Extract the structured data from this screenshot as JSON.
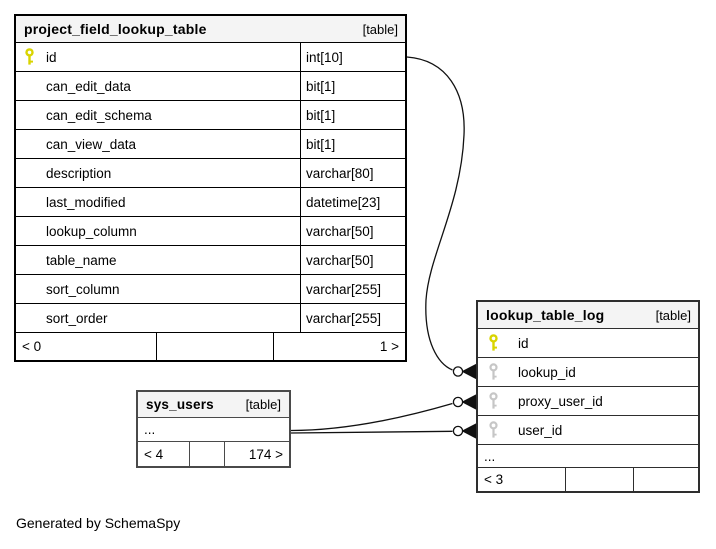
{
  "page": {
    "generator_note": "Generated by SchemaSpy"
  },
  "colors": {
    "header_bg": "#f4f4f4",
    "primary_key": "#d9d400",
    "foreign_key": "#c6c6c6",
    "border": "#000000",
    "wire": "#111111"
  },
  "tables": [
    {
      "name": "project_field_lookup_table",
      "badge": "[table]",
      "columns": [
        {
          "name": "id",
          "type": "int[10]",
          "key": "primary"
        },
        {
          "name": "can_edit_data",
          "type": "bit[1]"
        },
        {
          "name": "can_edit_schema",
          "type": "bit[1]"
        },
        {
          "name": "can_view_data",
          "type": "bit[1]"
        },
        {
          "name": "description",
          "type": "varchar[80]"
        },
        {
          "name": "last_modified",
          "type": "datetime[23]"
        },
        {
          "name": "lookup_column",
          "type": "varchar[50]"
        },
        {
          "name": "table_name",
          "type": "varchar[50]"
        },
        {
          "name": "sort_column",
          "type": "varchar[255]"
        },
        {
          "name": "sort_order",
          "type": "varchar[255]"
        }
      ],
      "footer": {
        "left": "< 0",
        "mid": "",
        "right": "1 >"
      }
    },
    {
      "name": "lookup_table_log",
      "badge": "[table]",
      "columns": [
        {
          "name": "id",
          "key": "primary"
        },
        {
          "name": "lookup_id",
          "key": "foreign"
        },
        {
          "name": "proxy_user_id",
          "key": "foreign"
        },
        {
          "name": "user_id",
          "key": "foreign"
        }
      ],
      "ellipsis": "...",
      "footer": {
        "left": "< 3",
        "mid": "",
        "right": ""
      }
    },
    {
      "name": "sys_users",
      "badge": "[table]",
      "ellipsis": "...",
      "footer": {
        "left": "< 4",
        "mid": "",
        "right": "174 >"
      }
    }
  ],
  "relationships": [
    {
      "from": "project_field_lookup_table.id",
      "to": "lookup_table_log.lookup_id"
    },
    {
      "from": "sys_users",
      "to": "lookup_table_log.proxy_user_id"
    },
    {
      "from": "sys_users",
      "to": "lookup_table_log.user_id"
    }
  ]
}
